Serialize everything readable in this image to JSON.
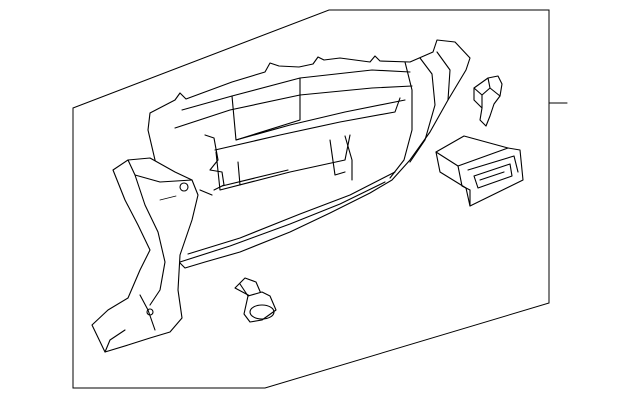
{
  "diagram": {
    "type": "exploded-parts-illustration",
    "background_color": "#ffffff",
    "line_color": "#000000",
    "parts": [
      {
        "name": "glove-box-assembly",
        "icon": "glove-box-icon"
      },
      {
        "name": "latch-striker",
        "icon": "latch-icon"
      },
      {
        "name": "lock-cylinder-housing",
        "icon": "lock-housing-icon"
      },
      {
        "name": "bumper-stop",
        "icon": "bumper-icon"
      }
    ],
    "callout": "leader-line-right"
  }
}
